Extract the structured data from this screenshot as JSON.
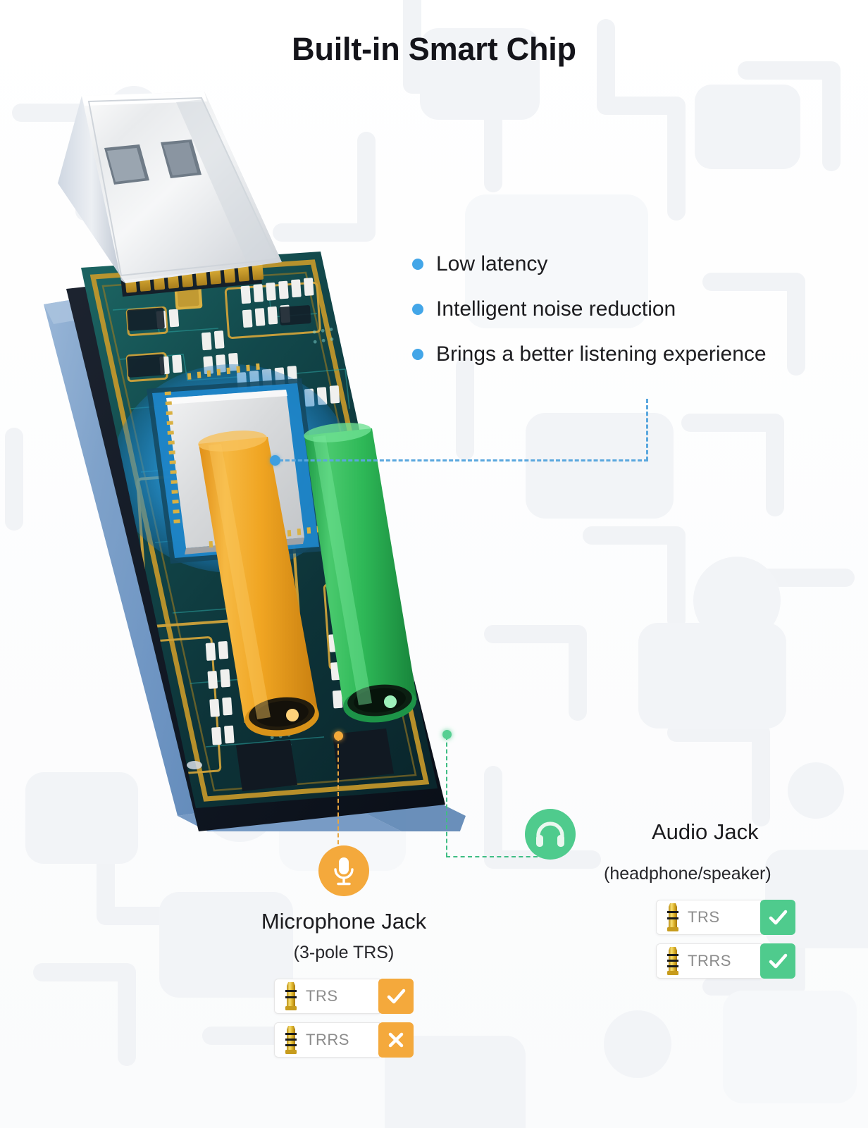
{
  "page": {
    "title": "Built-in Smart Chip",
    "background": "#ffffff"
  },
  "colors": {
    "accent_blue": "#43a6e8",
    "leader_blue": "#5aa7de",
    "mic_orange": "#f4a93c",
    "audio_green": "#4fcb8d",
    "text_dark": "#1c1c1f",
    "label_grey": "#8c8c8c"
  },
  "features": {
    "bullets": [
      {
        "label": "Low latency"
      },
      {
        "label": "Intelligent noise reduction"
      },
      {
        "label": "Brings a better listening experience"
      }
    ]
  },
  "microphone_jack": {
    "icon": "microphone-icon",
    "title": "Microphone Jack",
    "subtitle": "(3-pole TRS)",
    "compatibility": [
      {
        "plug": "TRS",
        "poles": 3,
        "supported": true,
        "mark": "check"
      },
      {
        "plug": "TRRS",
        "poles": 4,
        "supported": false,
        "mark": "cross"
      }
    ]
  },
  "audio_jack": {
    "icon": "headphone-icon",
    "title": "Audio Jack",
    "subtitle": "(headphone/speaker)",
    "compatibility": [
      {
        "plug": "TRS",
        "poles": 3,
        "supported": true,
        "mark": "check"
      },
      {
        "plug": "TRRS",
        "poles": 4,
        "supported": true,
        "mark": "check"
      }
    ]
  },
  "product": {
    "name": "usb-audio-adapter",
    "connector": "USB-A",
    "body_color": "#7ea3cf",
    "pcb_color": "#11403f",
    "mic_port_color": "#eda227",
    "audio_port_color": "#36b856",
    "chip_label": "smart-chip"
  }
}
